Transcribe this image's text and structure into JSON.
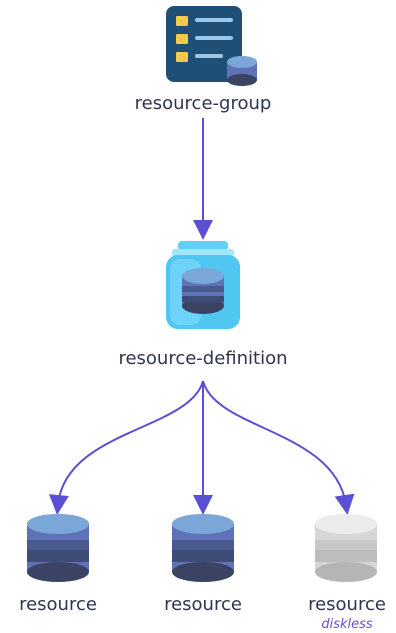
{
  "nodes": {
    "resource_group": {
      "label": "resource-group",
      "icon": "resource-group-list-icon"
    },
    "resource_definition": {
      "label": "resource-definition",
      "icon": "jar-database-icon"
    },
    "resources": [
      {
        "label": "resource",
        "icon": "database-icon",
        "sublabel": ""
      },
      {
        "label": "resource",
        "icon": "database-icon",
        "sublabel": ""
      },
      {
        "label": "resource",
        "icon": "database-diskless-icon",
        "sublabel": "diskless"
      }
    ]
  },
  "colors": {
    "arrow": "#5b4fd4",
    "text": "#2e3550",
    "diskless_text": "#6a4fd6",
    "db_top": "#7aa6d8",
    "db_mid": "#5f72b7",
    "db_mid2": "#4b5a8e",
    "db_bottom": "#3a4364",
    "db_gray": "#d6d6d6",
    "list_bg": "#1f4f75",
    "list_marker": "#f1c94b",
    "jar": "#5fd1f6"
  }
}
